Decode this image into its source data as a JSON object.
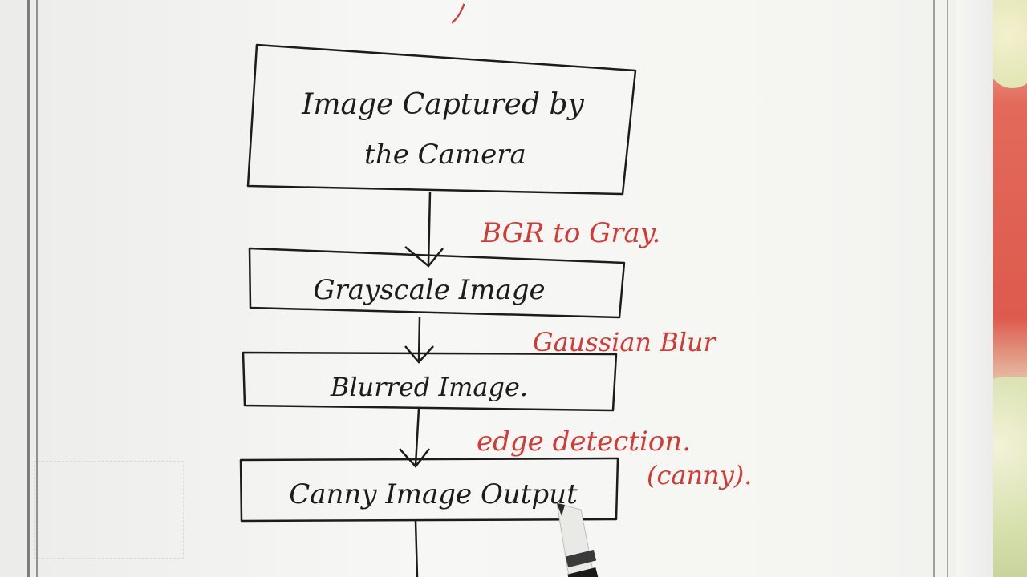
{
  "flowchart": {
    "boxes": [
      {
        "line1": "Image Captured by",
        "line2": "the Camera"
      },
      {
        "line1": "Grayscale Image"
      },
      {
        "line1": "Blurred Image."
      },
      {
        "line1": "Canny Image Output"
      }
    ],
    "annotations": [
      {
        "text": "BGR to Gray."
      },
      {
        "text": "Gaussian Blur"
      },
      {
        "text": "edge detection."
      },
      {
        "text": "(canny)."
      }
    ]
  },
  "colors": {
    "ink_black": "#1c1c1c",
    "ink_red": "#d43a34",
    "paper": "#f5f5f2"
  }
}
